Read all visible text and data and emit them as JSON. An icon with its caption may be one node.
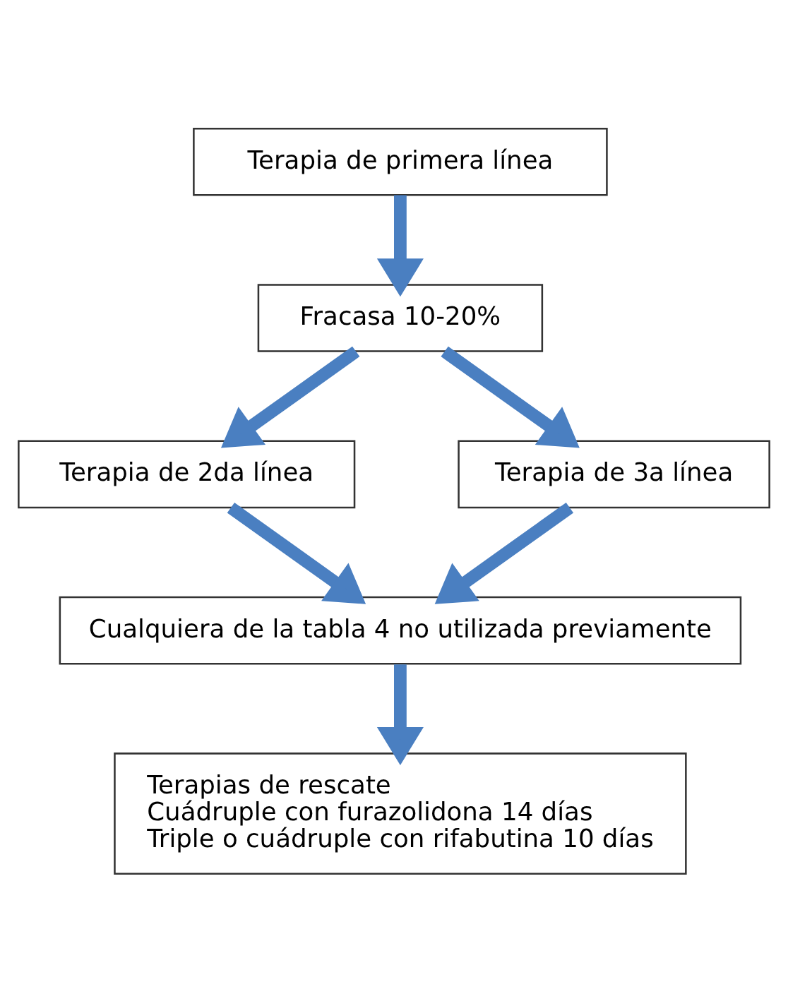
{
  "diagram": {
    "nodes": [
      {
        "text": [
          "Terapia de primera línea"
        ]
      },
      {
        "text": [
          "Fracasa 10-20%"
        ]
      },
      {
        "text": [
          "Terapia de 2da línea"
        ]
      },
      {
        "text": [
          "Terapia de 3a línea"
        ]
      },
      {
        "text": [
          "Cualquiera de la tabla 4 no utilizada previamente"
        ]
      },
      {
        "text": [
          "Terapias de rescate",
          "Cuádruple con furazolidona 14 días",
          "Triple o cuádruple con rifabutina 10 días"
        ]
      }
    ],
    "edges": [
      {
        "from": 0,
        "to": 1,
        "arrow": "to"
      },
      {
        "from": 1,
        "to": 2,
        "arrow": "to"
      },
      {
        "from": 1,
        "to": 3,
        "arrow": "to"
      },
      {
        "from": 2,
        "to": 4,
        "arrow": "to"
      },
      {
        "from": 3,
        "to": 4,
        "arrow": "to"
      },
      {
        "from": 4,
        "to": 5,
        "arrow": "to"
      }
    ]
  }
}
